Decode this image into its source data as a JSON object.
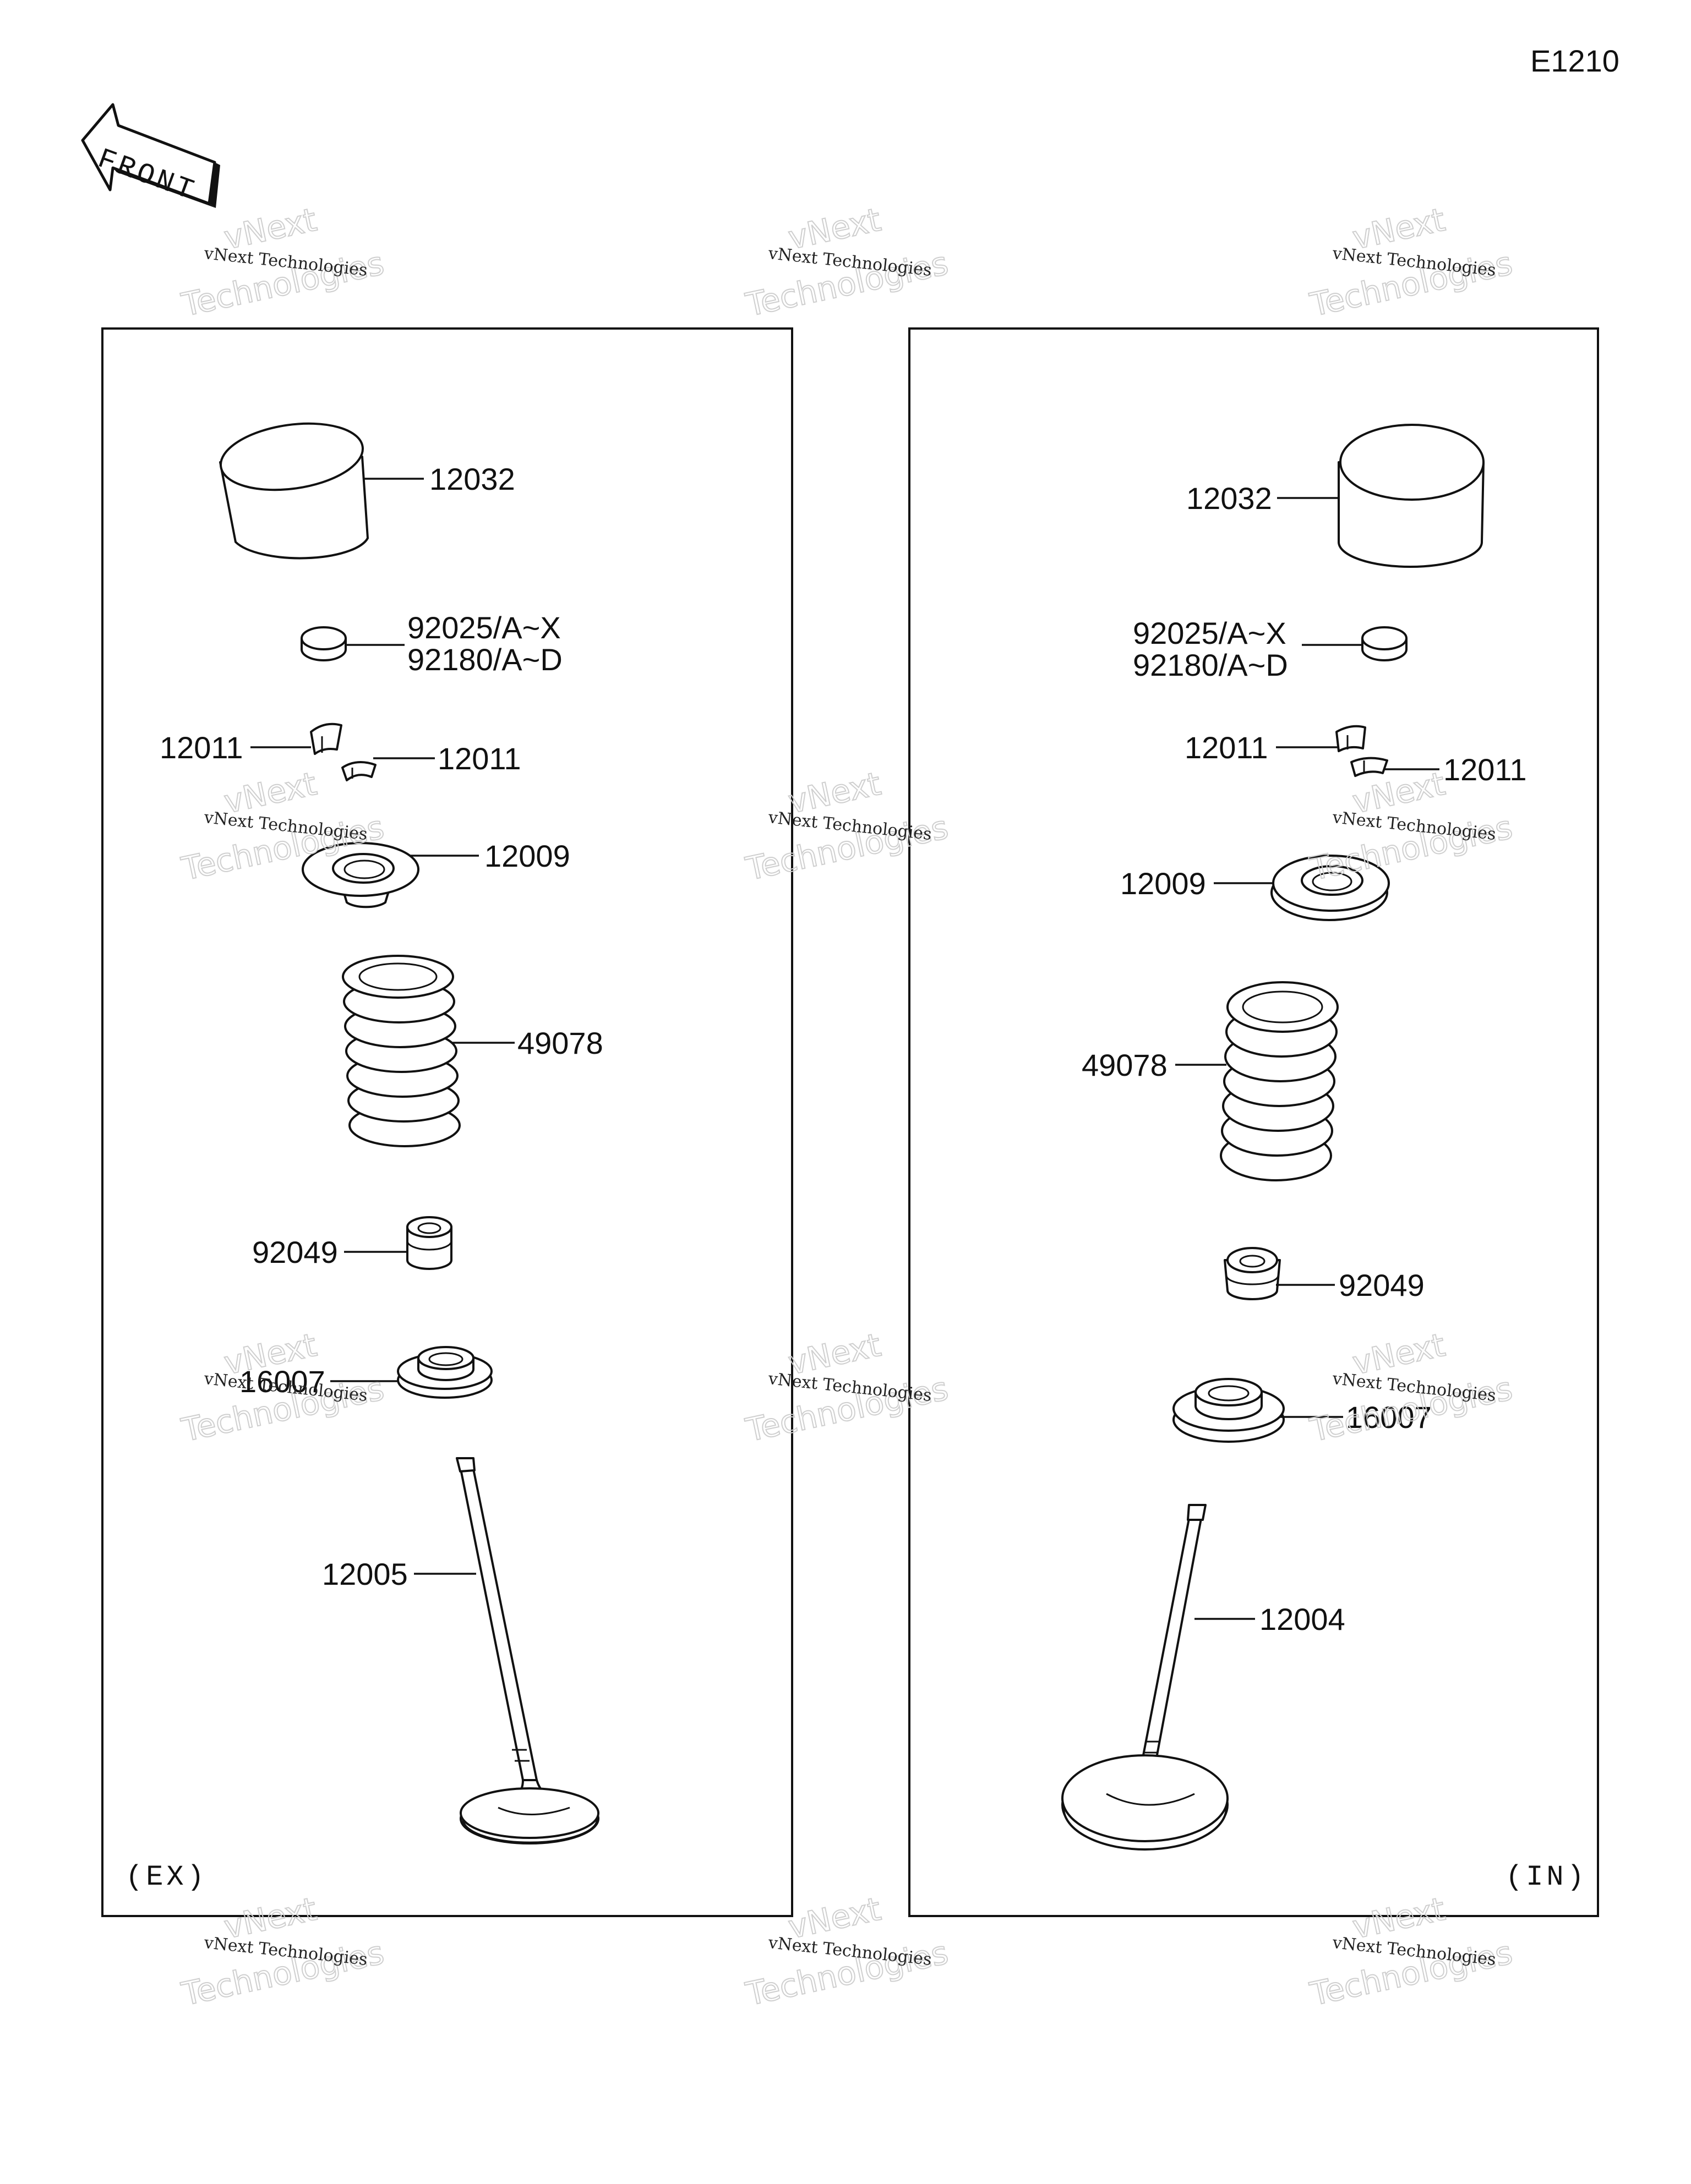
{
  "diagram_code": "E1210",
  "front_label": "FRONT",
  "panels": {
    "exhaust": {
      "tag": "(EX)",
      "labels": {
        "tappet": "12032",
        "shim_a": "92025/A~X",
        "shim_b": "92180/A~D",
        "keeper_left": "12011",
        "keeper_right": "12011",
        "retainer": "12009",
        "spring": "49078",
        "stem_seal": "92049",
        "spring_seat": "16007",
        "valve": "12005"
      }
    },
    "intake": {
      "tag": "(IN)",
      "labels": {
        "tappet": "12032",
        "shim_a": "92025/A~X",
        "shim_b": "92180/A~D",
        "keeper_left": "12011",
        "keeper_right": "12011",
        "retainer": "12009",
        "spring": "49078",
        "stem_seal": "92049",
        "spring_seat": "16007",
        "valve": "12004"
      }
    }
  },
  "watermark": {
    "line1": "vNext Technologies",
    "line2_a": "vNext",
    "line2_b": "Technologies"
  }
}
